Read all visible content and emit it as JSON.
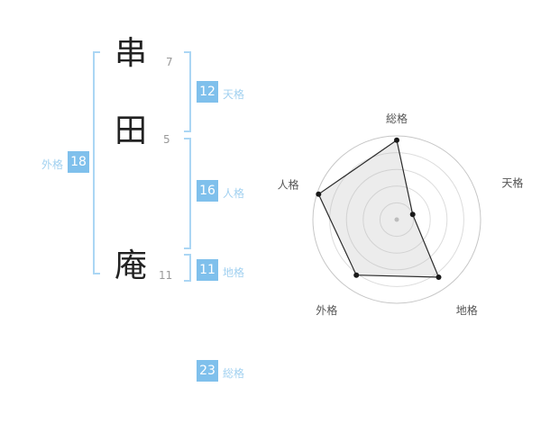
{
  "name_panel": {
    "characters": [
      {
        "char": "串",
        "strokes": "7"
      },
      {
        "char": "田",
        "strokes": "5"
      },
      {
        "char": "庵",
        "strokes": "11"
      }
    ],
    "badges": {
      "tenkaku": {
        "value": "12",
        "label": "天格"
      },
      "jinkaku": {
        "value": "16",
        "label": "人格"
      },
      "chikaku": {
        "value": "11",
        "label": "地格"
      },
      "gaikaku": {
        "value": "18",
        "label": "外格"
      },
      "soukaku": {
        "value": "23",
        "label": "総格"
      }
    },
    "colors": {
      "badge_background": "#7fc0ec",
      "badge_text": "#ffffff",
      "label_text": "#a2d1f0",
      "bracket": "#abd6f4"
    }
  },
  "chart_data": {
    "type": "radar",
    "axes": [
      "総格",
      "天格",
      "地格",
      "外格",
      "人格"
    ],
    "badge_values": [
      23,
      12,
      11,
      18,
      16
    ],
    "plot_fractions": [
      0.95,
      0.2,
      0.85,
      0.82,
      0.98
    ],
    "rings": 5,
    "ring_color": "#dcdcdc",
    "outer_ring_color": "#c6c6c6",
    "fill_color": "rgba(180,180,180,0.25)",
    "line_color": "#2b2b2b",
    "point_color": "#1a1a1a",
    "center_dot_color": "#bdbdbd",
    "label_color": "#555555",
    "legend_position": "none",
    "grid": "concentric-circles"
  }
}
